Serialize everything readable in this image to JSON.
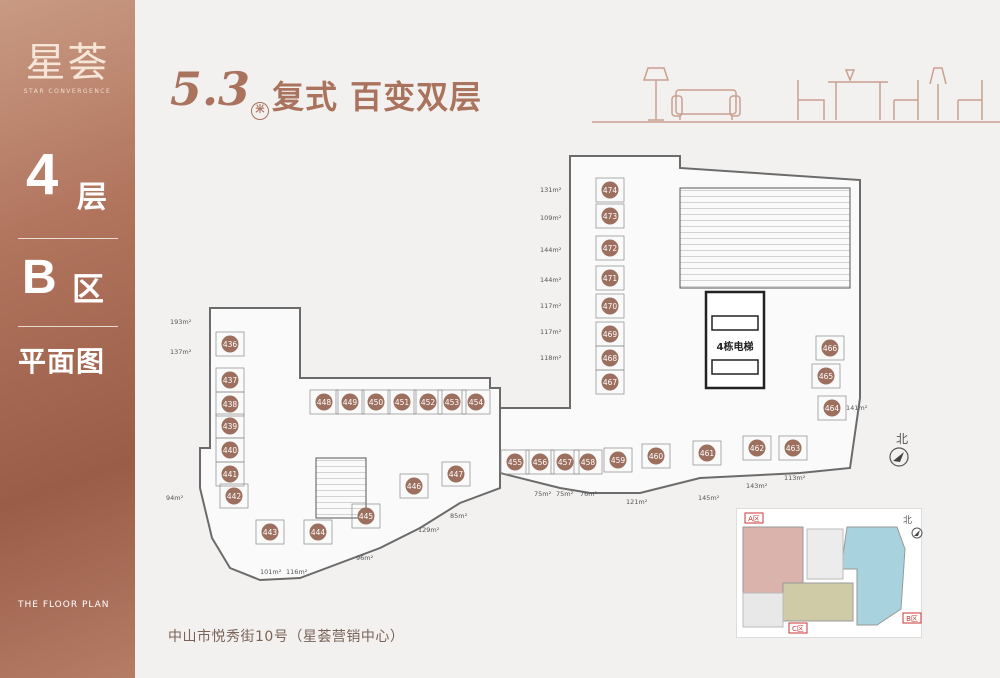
{
  "brand": {
    "logo": "星荟",
    "logo_sub": "STAR CONVERGENCE"
  },
  "sidebar": {
    "floor_number": "4",
    "floor_unit": "层",
    "zone_letter": "B",
    "zone_unit": "区",
    "plan_label": "平面图",
    "en_label": "THE FLOOR PLAN"
  },
  "headline": {
    "number": "5.3",
    "unit": "米",
    "title": "复式 百变双层"
  },
  "plan": {
    "elevator_label": "4栋电梯",
    "units": [
      "474",
      "473",
      "472",
      "471",
      "470",
      "469",
      "468",
      "467",
      "466",
      "465",
      "464",
      "463",
      "462",
      "461",
      "460",
      "459",
      "458",
      "457",
      "456",
      "455",
      "454",
      "453",
      "452",
      "451",
      "450",
      "449",
      "448",
      "447",
      "446",
      "445",
      "444",
      "443",
      "442",
      "441",
      "440",
      "439",
      "438",
      "437",
      "436"
    ],
    "areas": [
      "131m²",
      "109m²",
      "144m²",
      "144m²",
      "117m²",
      "117m²",
      "118m²",
      "193m²",
      "137m²",
      "94m²",
      "101m²",
      "116m²",
      "96m²",
      "129m²",
      "85m²",
      "75m²",
      "75m²",
      "76m²",
      "121m²",
      "145m²",
      "143m²",
      "113m²",
      "141m²"
    ]
  },
  "north_label": "北",
  "keyplan": {
    "north_label": "北",
    "zones": [
      "A区",
      "B区",
      "C区"
    ],
    "colors": {
      "a": "#d9b3ac",
      "b": "#a8d3de",
      "c": "#cfcba6"
    }
  },
  "address": "中山市悦秀街10号（星荟营销中心）",
  "colors": {
    "accent": "#a9735d",
    "unit_badge": "#9c6f5e"
  }
}
